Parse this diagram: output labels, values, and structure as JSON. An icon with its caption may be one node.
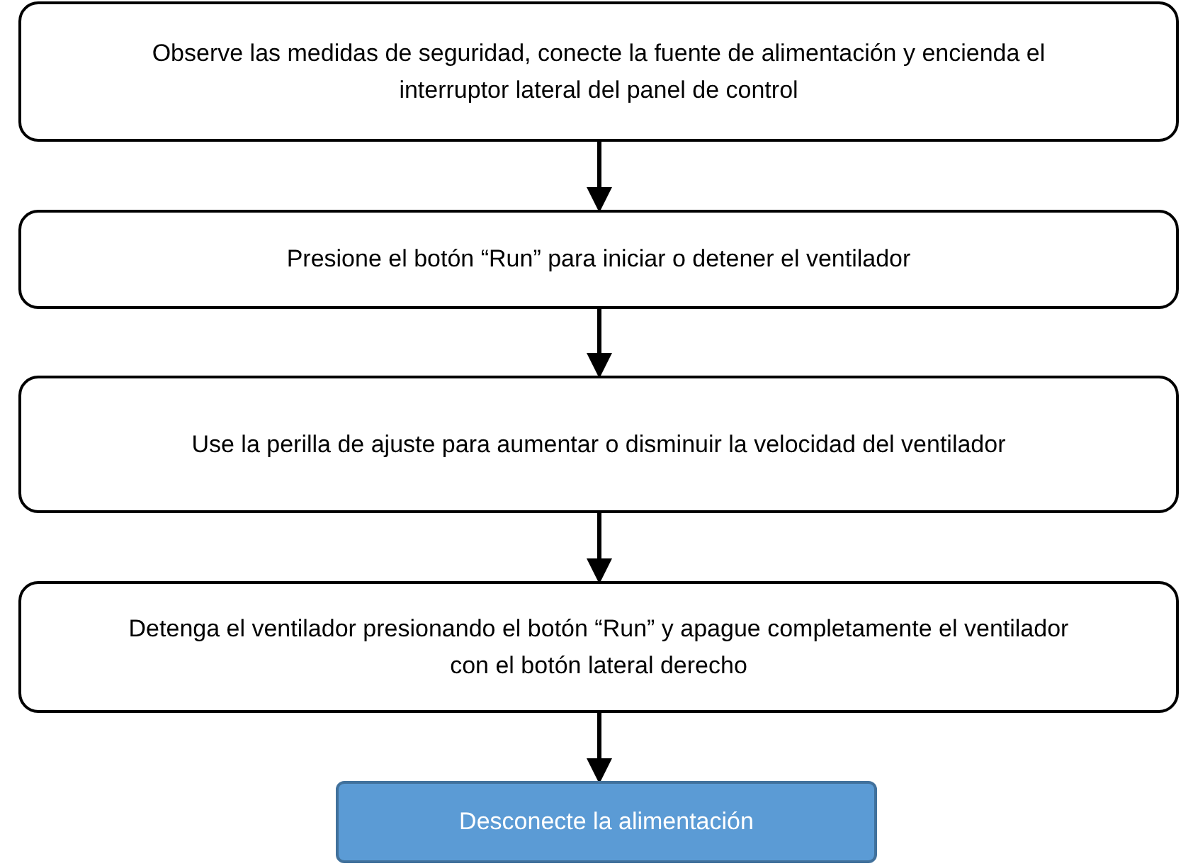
{
  "diagram": {
    "nodes": [
      {
        "text": [
          "Observe las medidas de seguridad, conecte la fuente de alimentación y encienda el interruptor lateral del panel de control"
        ]
      },
      {
        "text": [
          "Presione el botón “Run” para iniciar o detener el ventilador"
        ]
      },
      {
        "text": [
          "Use la perilla de ajuste para aumentar o disminuir la velocidad del ventilador"
        ]
      },
      {
        "text": [
          "Detenga el ventilador presionando el botón “Run” y apague completamente el ventilador con el botón lateral derecho"
        ]
      },
      {
        "text": [
          "Desconecte la alimentación"
        ]
      }
    ],
    "edges": [
      {
        "from": 0,
        "to": 1,
        "arrow": "to"
      },
      {
        "from": 1,
        "to": 2,
        "arrow": "to"
      },
      {
        "from": 2,
        "to": 3,
        "arrow": "to"
      },
      {
        "from": 3,
        "to": 4,
        "arrow": "to"
      }
    ]
  }
}
